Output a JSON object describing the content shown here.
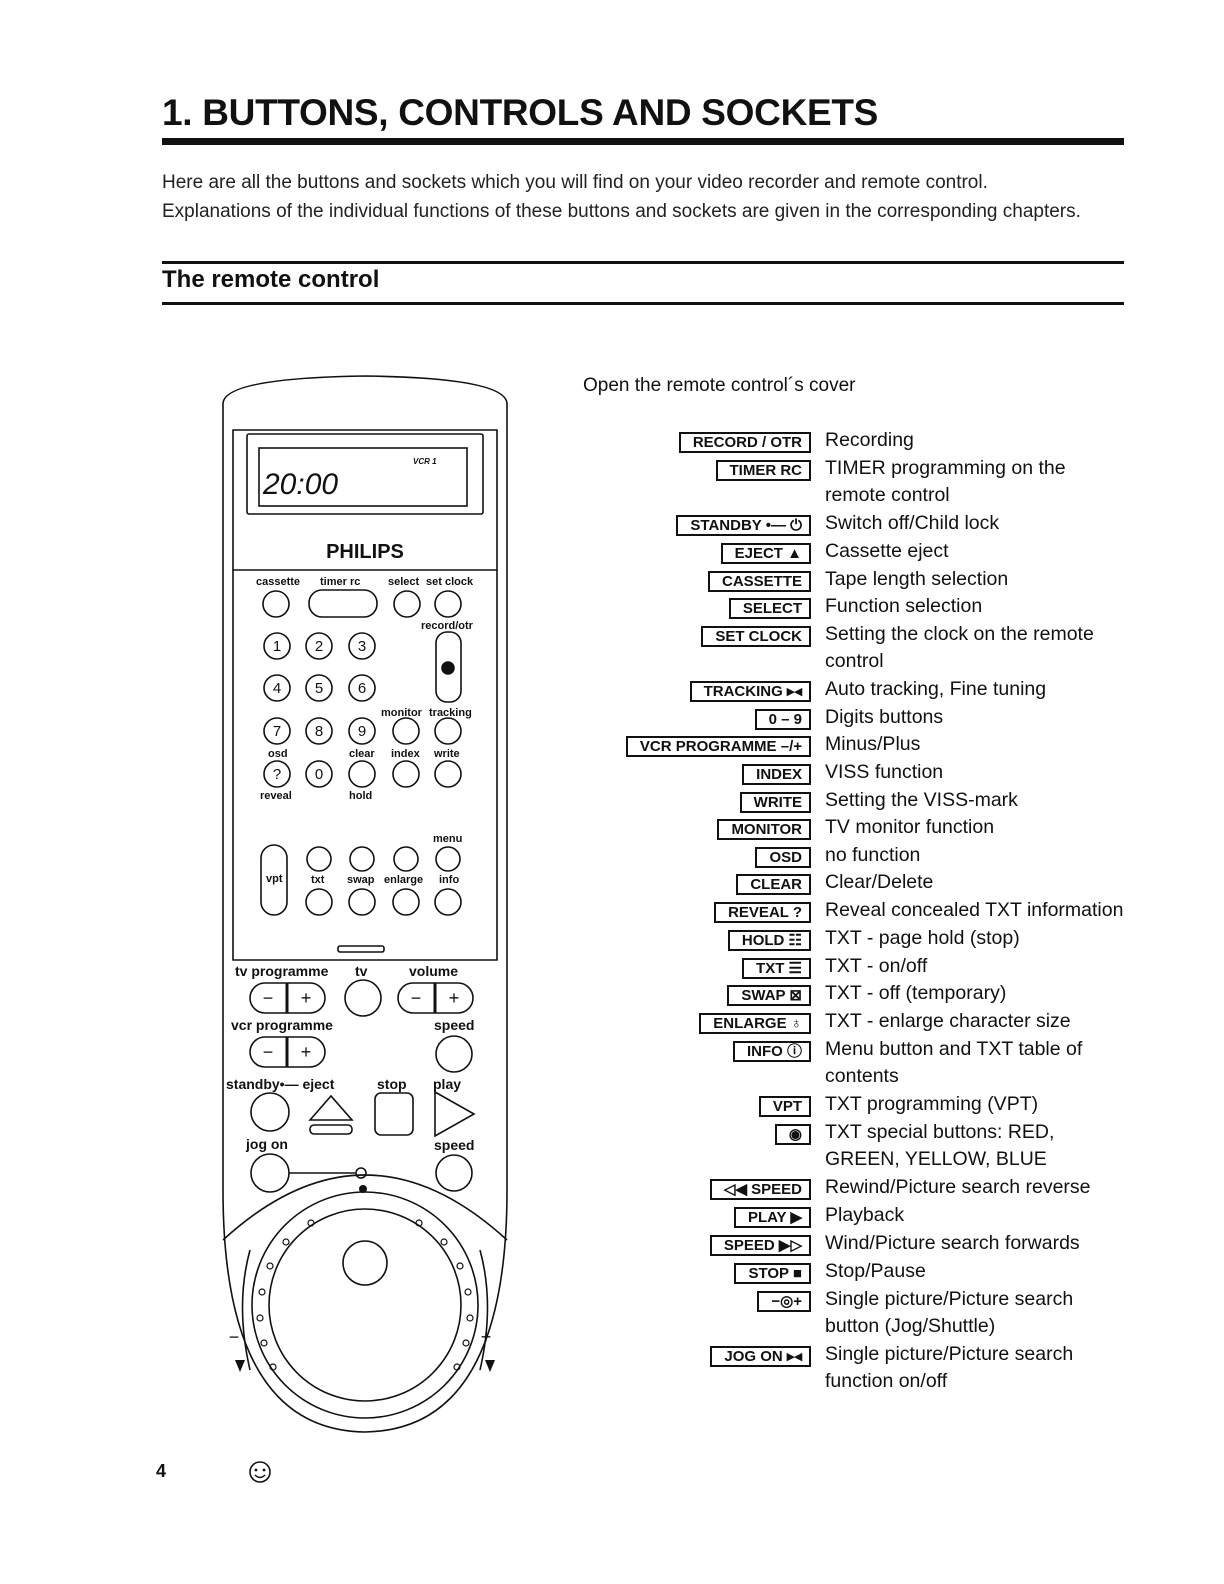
{
  "header": {
    "title": "1. BUTTONS, CONTROLS AND SOCKETS",
    "intro_line1": "Here are all the buttons and sockets which you will find on your video recorder and remote control.",
    "intro_line2": "Explanations of the individual functions of these buttons and sockets are given in the corresponding chapters."
  },
  "section": {
    "title": "The remote control",
    "cover_note": "Open the remote control´s cover"
  },
  "remote": {
    "display_time": "20:00",
    "display_tag": "VCR 1",
    "brand": "PHILIPS",
    "labels": {
      "cassette": "cassette",
      "timer_rc": "timer rc",
      "select": "select",
      "set_clock": "set clock",
      "record_otr": "record/otr",
      "monitor": "monitor",
      "tracking": "tracking",
      "osd": "osd",
      "clear": "clear",
      "index": "index",
      "write": "write",
      "reveal": "reveal",
      "hold": "hold",
      "menu": "menu",
      "vpt": "vpt",
      "txt": "txt",
      "swap": "swap",
      "enlarge": "enlarge",
      "info": "info",
      "tv_programme": "tv programme",
      "tv": "tv",
      "volume": "volume",
      "vcr_programme": "vcr programme",
      "speed": "speed",
      "standby_eject": "standby•— eject",
      "stop": "stop",
      "play": "play",
      "jog_on": "jog on",
      "minus": "−",
      "plus": "+"
    },
    "digits": [
      "1",
      "2",
      "3",
      "4",
      "5",
      "6",
      "7",
      "8",
      "9",
      "?",
      "0"
    ]
  },
  "legend": [
    {
      "key": "RECORD / OTR",
      "desc": "Recording"
    },
    {
      "key": "TIMER RC",
      "desc": "TIMER programming on the remote control"
    },
    {
      "key": "STANDBY •— ⏻",
      "desc": "Switch off/Child lock"
    },
    {
      "key": "EJECT ▲",
      "desc": "Cassette eject"
    },
    {
      "key": "CASSETTE",
      "desc": "Tape length selection"
    },
    {
      "key": "SELECT",
      "desc": "Function selection"
    },
    {
      "key": "SET CLOCK",
      "desc": "Setting the clock on the remote control"
    },
    {
      "key": "TRACKING ▸◂",
      "desc": "Auto tracking, Fine tuning"
    },
    {
      "key": "0 – 9",
      "desc": "Digits buttons"
    },
    {
      "key": "VCR PROGRAMME –/+",
      "desc": "Minus/Plus"
    },
    {
      "key": "INDEX",
      "desc": "VISS function"
    },
    {
      "key": "WRITE",
      "desc": "Setting the VISS-mark"
    },
    {
      "key": "MONITOR",
      "desc": "TV monitor function"
    },
    {
      "key": "OSD",
      "desc": "no function"
    },
    {
      "key": "CLEAR",
      "desc": "Clear/Delete"
    },
    {
      "key": "REVEAL ?",
      "desc": "Reveal concealed TXT information"
    },
    {
      "key": "HOLD ☷",
      "desc": "TXT - page hold (stop)"
    },
    {
      "key": "TXT ☰",
      "desc": "TXT - on/off"
    },
    {
      "key": "SWAP ⊠",
      "desc": "TXT - off (temporary)"
    },
    {
      "key": "ENLARGE ♁",
      "desc": "TXT - enlarge character size"
    },
    {
      "key": "INFO ⓘ",
      "desc": "Menu button and TXT table of contents"
    },
    {
      "key": "VPT",
      "desc": "TXT programming (VPT)"
    },
    {
      "key": "◉",
      "desc": "TXT special buttons: RED, GREEN, YELLOW, BLUE"
    },
    {
      "key": "◁◀ SPEED",
      "desc": "Rewind/Picture search reverse"
    },
    {
      "key": "PLAY ▶",
      "desc": "Playback"
    },
    {
      "key": "SPEED ▶▷",
      "desc": "Wind/Picture search forwards"
    },
    {
      "key": "STOP ■",
      "desc": "Stop/Pause"
    },
    {
      "key": "−◎+",
      "desc": "Single picture/Picture search button (Jog/Shuttle)"
    },
    {
      "key": "JOG ON ▸◂",
      "desc": "Single picture/Picture search function on/off"
    }
  ],
  "footer": {
    "page_number": "4"
  }
}
